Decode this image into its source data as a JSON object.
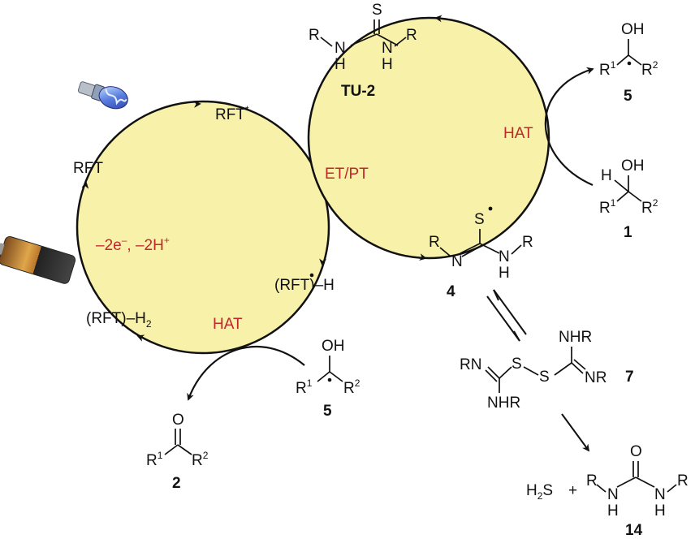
{
  "colors": {
    "cycle_fill": "#f8f1a9",
    "red": "#c0262b",
    "ink": "#111111"
  },
  "icons": {
    "bulb": "light-bulb-icon",
    "battery": "battery-icon"
  },
  "left_cycle": {
    "rft": "RFT",
    "rft_star": "RFT",
    "star": "*",
    "radical_h_open": "(RFT",
    "radical_h_close": ")–H",
    "reduced": "(RFT)–H",
    "reduced_sub": "2",
    "oxidation_a": "–2e",
    "oxidation_a_sup": "–",
    "oxidation_b": ", –2H",
    "oxidation_b_sup": "+",
    "hat": "HAT"
  },
  "right_cycle": {
    "et_pt": "ET/PT",
    "hat": "HAT"
  },
  "compounds": {
    "tu2_label": "TU-2",
    "label_1": "1",
    "label_2": "2",
    "label_4": "4",
    "label_5_top": "5",
    "label_5_bottom": "5",
    "label_7": "7",
    "label_14": "14",
    "S": "S",
    "O": "O",
    "H": "H",
    "N": "N",
    "R": "R",
    "OH": "OH",
    "R1": "R",
    "R2": "R",
    "sup1": "1",
    "sup2": "2",
    "NHR": "NHR",
    "RN": "RN",
    "NR": "NR",
    "H2S_a": "H",
    "H2S_sub": "2",
    "H2S_b": "S",
    "plus": "+"
  }
}
